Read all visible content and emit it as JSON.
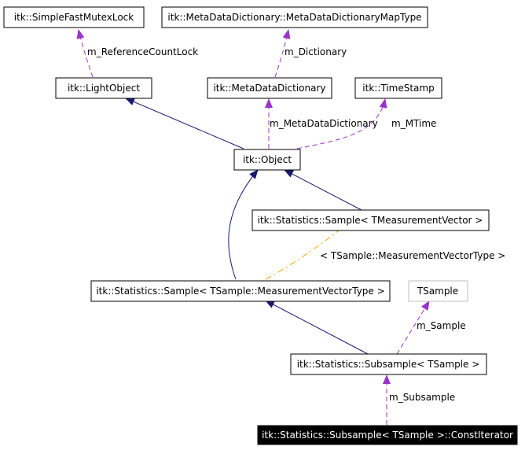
{
  "nodes": {
    "simple_fast_mutex_lock": "itk::SimpleFastMutexLock",
    "meta_data_dictionary_map_type": "itk::MetaDataDictionary::MetaDataDictionaryMapType",
    "light_object": "itk::LightObject",
    "meta_data_dictionary": "itk::MetaDataDictionary",
    "time_stamp": "itk::TimeStamp",
    "object": "itk::Object",
    "sample_tmeasurement_vector": "itk::Statistics::Sample< TMeasurementVector >",
    "sample_tsample_measurement_vector_type": "itk::Statistics::Sample< TSample::MeasurementVectorType >",
    "tsample": "TSample",
    "subsample": "itk::Statistics::Subsample< TSample >",
    "subsample_const_iterator": "itk::Statistics::Subsample< TSample >::ConstIterator"
  },
  "edge_labels": {
    "reference_count_lock": "m_ReferenceCountLock",
    "dictionary": "m_Dictionary",
    "meta_data_dictionary": "m_MetaDataDictionary",
    "mtime": "m_MTime",
    "measurement_vector_type": "< TSample::MeasurementVectorType >",
    "sample": "m_Sample",
    "subsample": "m_Subsample"
  },
  "colors": {
    "inheritance": "#191970",
    "usage": "#9a32cd",
    "template": "#ffa500",
    "focus_node": "#000000"
  }
}
